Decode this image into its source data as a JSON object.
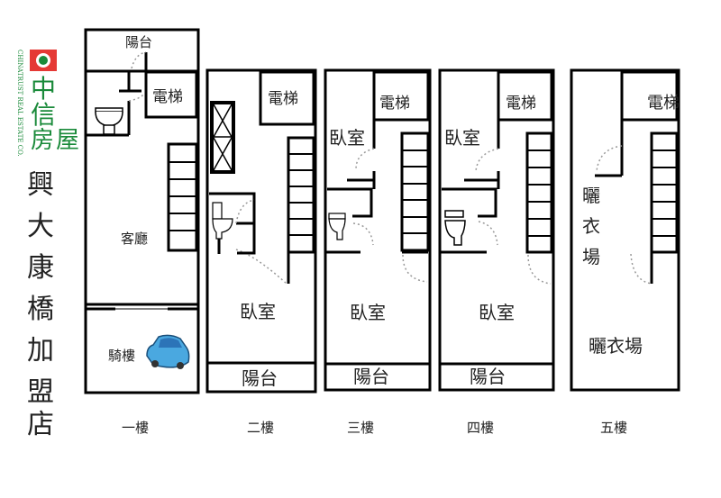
{
  "logo": {
    "brand": "中信房屋",
    "english": "CHINATRUST REAL ESTATE CO.",
    "color": "#1a8a3a",
    "badge_color": "#e53935"
  },
  "title_chars": [
    "興",
    "大",
    "康",
    "橋",
    "加",
    "盟",
    "店"
  ],
  "floors": [
    {
      "label": "一樓",
      "rooms": {
        "balcony": "陽台",
        "elevator": "電梯",
        "living": "客廳",
        "arcade": "騎樓"
      }
    },
    {
      "label": "二樓",
      "rooms": {
        "elevator": "電梯",
        "bedroom": "臥室",
        "balcony": "陽台"
      }
    },
    {
      "label": "三樓",
      "rooms": {
        "elevator": "電梯",
        "bedroom_upper": "臥室",
        "bedroom": "臥室",
        "balcony": "陽台"
      }
    },
    {
      "label": "四樓",
      "rooms": {
        "elevator": "電梯",
        "bedroom_upper": "臥室",
        "bedroom": "臥室",
        "balcony": "陽台"
      }
    },
    {
      "label": "五樓",
      "rooms": {
        "elevator": "電梯",
        "drying_vertical": [
          "曬",
          "衣",
          "場"
        ],
        "drying": "曬衣場"
      }
    }
  ]
}
